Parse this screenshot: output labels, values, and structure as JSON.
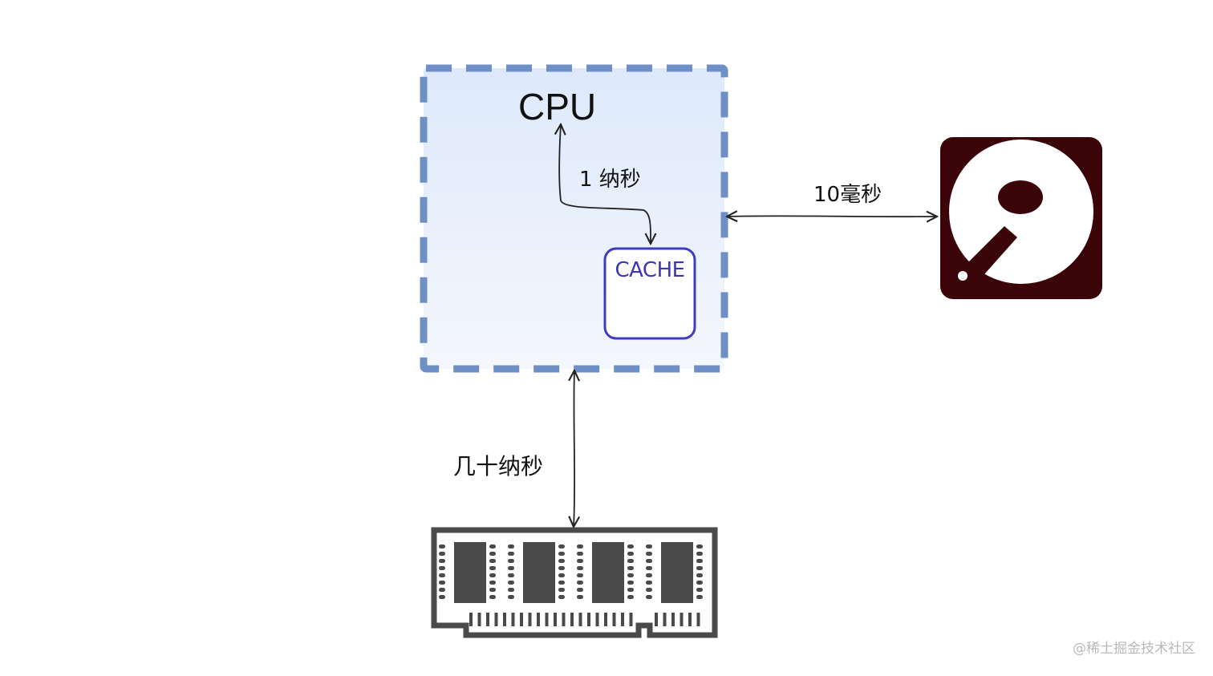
{
  "cpu": {
    "label": "CPU"
  },
  "cache": {
    "label": "CACHE"
  },
  "links": {
    "cpu_cache": "1 纳秒",
    "cpu_disk": "10毫秒",
    "cpu_memory": "几十纳秒"
  },
  "watermark": "@稀土掘金技术社区",
  "colors": {
    "cpu_border": "#6f8fc7",
    "cache_border": "#3f3cc0",
    "disk_bg": "#3b0408",
    "ram": "#4a4a4a"
  },
  "icons": {
    "disk": "hard-disk-icon",
    "memory": "ram-module-icon"
  }
}
